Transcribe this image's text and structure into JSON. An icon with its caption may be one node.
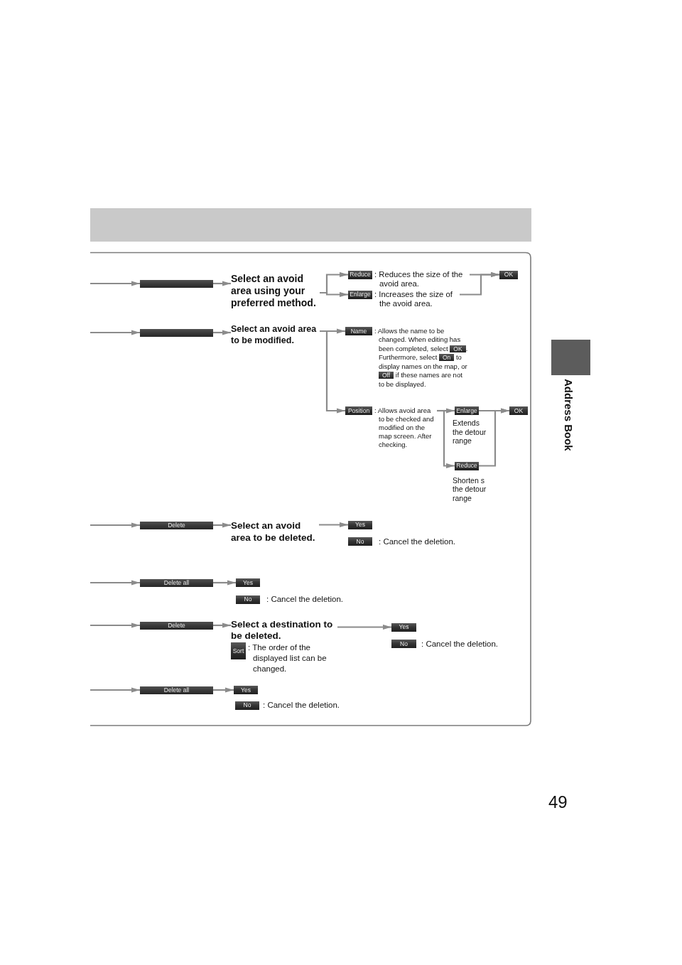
{
  "diagram": {
    "nodes": [
      {
        "text": [],
        "shape": "bar"
      },
      {
        "text": [
          "Select an avoid area using your preferred method."
        ]
      },
      {
        "text": [
          "Reduce"
        ],
        "beside": [
          ": Reduces the size of the avoid area."
        ]
      },
      {
        "text": [
          "Enlarge"
        ],
        "beside": [
          ": Increases the size of the avoid area."
        ]
      },
      {
        "text": [
          "OK"
        ]
      },
      {
        "text": [],
        "shape": "bar"
      },
      {
        "text": [
          "Select an avoid area to be modified."
        ]
      },
      {
        "text": [
          "Name"
        ],
        "beside": [
          ": Allows the name to be changed. When editing has been completed, select **OK**. Furthermore, select **On** to display names on the map, or **Off** if these names are not to be displayed."
        ]
      },
      {
        "text": [
          "Position"
        ],
        "beside": [
          ": Allows avoid area to be checked and modified on the map screen. After checking."
        ]
      },
      {
        "text": [
          "Enlarge"
        ],
        "beside": [
          "Extends the detour range"
        ]
      },
      {
        "text": [
          "OK"
        ]
      },
      {
        "text": [
          "Reduce"
        ],
        "beside": [
          "Shorten s the detour range"
        ]
      },
      {
        "text": [
          "Delete"
        ]
      },
      {
        "text": [
          "Select an avoid area to be deleted."
        ]
      },
      {
        "text": [
          "Yes"
        ]
      },
      {
        "text": [
          "No"
        ],
        "beside": [
          ": Cancel the deletion."
        ]
      },
      {
        "text": [
          "Delete all"
        ]
      },
      {
        "text": [
          "Yes"
        ]
      },
      {
        "text": [
          "No"
        ],
        "beside": [
          ": Cancel the deletion."
        ]
      },
      {
        "text": [
          "Delete"
        ]
      },
      {
        "text": [
          "Select a destination to be deleted."
        ]
      },
      {
        "text": [
          "Sort"
        ],
        "beside": [
          ": The order of the displayed list can be changed."
        ]
      },
      {
        "text": [
          "Yes"
        ]
      },
      {
        "text": [
          "No"
        ],
        "beside": [
          ": Cancel the deletion."
        ]
      },
      {
        "text": [
          "Delete all"
        ]
      },
      {
        "text": [
          "Yes"
        ]
      },
      {
        "text": [
          "No"
        ],
        "beside": [
          ": Cancel the deletion."
        ]
      }
    ],
    "edges": [
      {
        "from": null,
        "to": 0,
        "arrow": "to"
      },
      {
        "from": 0,
        "to": 1,
        "arrow": "to"
      },
      {
        "from": 1,
        "to": 2,
        "arrow": "to"
      },
      {
        "from": 1,
        "to": 3,
        "arrow": "to"
      },
      {
        "from": 2,
        "to": 4,
        "arrow": "to"
      },
      {
        "from": 3,
        "to": 4,
        "arrow": "to"
      },
      {
        "from": null,
        "to": 5,
        "arrow": "to"
      },
      {
        "from": 5,
        "to": 6,
        "arrow": "to"
      },
      {
        "from": 6,
        "to": 7,
        "arrow": "to"
      },
      {
        "from": 6,
        "to": 8,
        "arrow": "to"
      },
      {
        "from": 8,
        "to": 9,
        "arrow": "to"
      },
      {
        "from": 8,
        "to": 11,
        "arrow": "to"
      },
      {
        "from": 9,
        "to": 10,
        "arrow": "to"
      },
      {
        "from": 11,
        "to": 10,
        "arrow": "to"
      },
      {
        "from": null,
        "to": 12,
        "arrow": "to"
      },
      {
        "from": 12,
        "to": 13,
        "arrow": "to"
      },
      {
        "from": 13,
        "to": 14,
        "arrow": "to"
      },
      {
        "from": null,
        "to": 16,
        "arrow": "to"
      },
      {
        "from": 16,
        "to": 17,
        "arrow": "to"
      },
      {
        "from": null,
        "to": 19,
        "arrow": "to"
      },
      {
        "from": 19,
        "to": 20,
        "arrow": "to"
      },
      {
        "from": 20,
        "to": 22,
        "arrow": "to"
      },
      {
        "from": null,
        "to": 24,
        "arrow": "to"
      },
      {
        "from": 24,
        "to": 25,
        "arrow": "to"
      }
    ],
    "labels": [
      "Address Book",
      "49"
    ]
  }
}
